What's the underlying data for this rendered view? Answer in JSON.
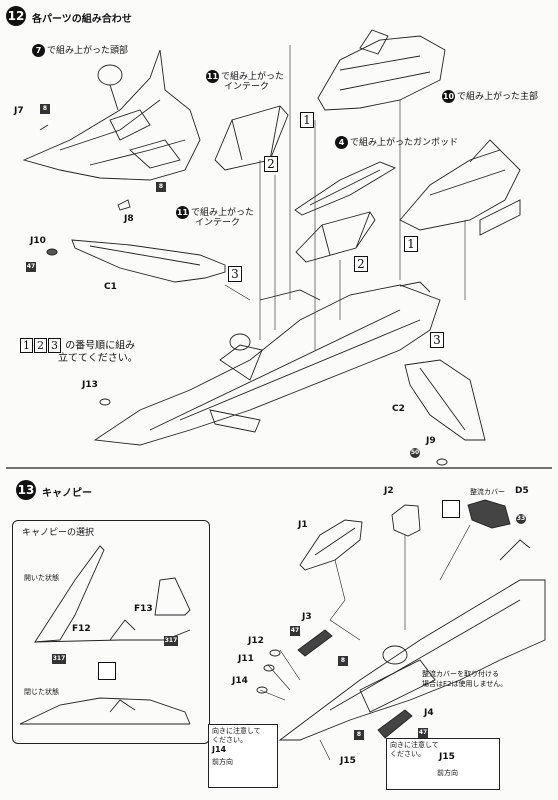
{
  "step12": {
    "number": "12",
    "title": "各パーツの組み合わせ",
    "callouts": {
      "head": {
        "num": "7",
        "text": "で組み上がった頭部"
      },
      "intake_upper": {
        "num": "11",
        "text1": "で組み上がった",
        "text2": "インテーク"
      },
      "gunpod": {
        "num": "4",
        "text": "で組み上がったガンポッド"
      },
      "main_body": {
        "num": "10",
        "text": "で組み上がった主部"
      },
      "intake_lower": {
        "num": "11",
        "text1": "で組み上がった",
        "text2": "インテーク"
      }
    },
    "parts": {
      "j7": "J7",
      "j8": "J8",
      "j10": "J10",
      "c1": "C1",
      "j13": "J13",
      "c2": "C2",
      "j9": "J9"
    },
    "paint": {
      "p8a": "8",
      "p8b": "8",
      "p47": "47",
      "p50": "50"
    },
    "boxes": {
      "b1a": "1",
      "b2a": "2",
      "b2b": "2",
      "b1b": "1",
      "b3a": "3",
      "b3b": "3"
    },
    "order_text": {
      "boxes": [
        "1",
        "2",
        "3"
      ],
      "line1": "の番号順に組み",
      "line2": "立ててください。"
    }
  },
  "step13": {
    "number": "13",
    "title": "キャノピー",
    "selection": {
      "title": "キャノピーの選択",
      "open": "開いた状態",
      "closed": "閉じた状態",
      "f13": "F13",
      "f12": "F12",
      "p317a": "317",
      "p317b": "317"
    },
    "parts": {
      "j1": "J1",
      "j2": "J2",
      "d5": "D5",
      "j3": "J3",
      "j12": "J12",
      "j11": "J11",
      "j14": "J14",
      "j4": "J4",
      "j15": "J15"
    },
    "fairing_label": "整流カバー",
    "paint": {
      "p33": "33",
      "p47a": "47",
      "p8c": "8",
      "p47b": "47",
      "p8d": "8"
    },
    "fairing_note": {
      "line1": "整流カバーを取り付ける",
      "line2": "場合はF2は使用しません。"
    },
    "dir_left": {
      "line1": "向きに注意して",
      "line2": "ください。",
      "part": "J14",
      "front": "前方向"
    },
    "dir_right": {
      "line1": "向きに注意して",
      "line2": "ください。",
      "part": "J15",
      "front": "前方向"
    }
  }
}
